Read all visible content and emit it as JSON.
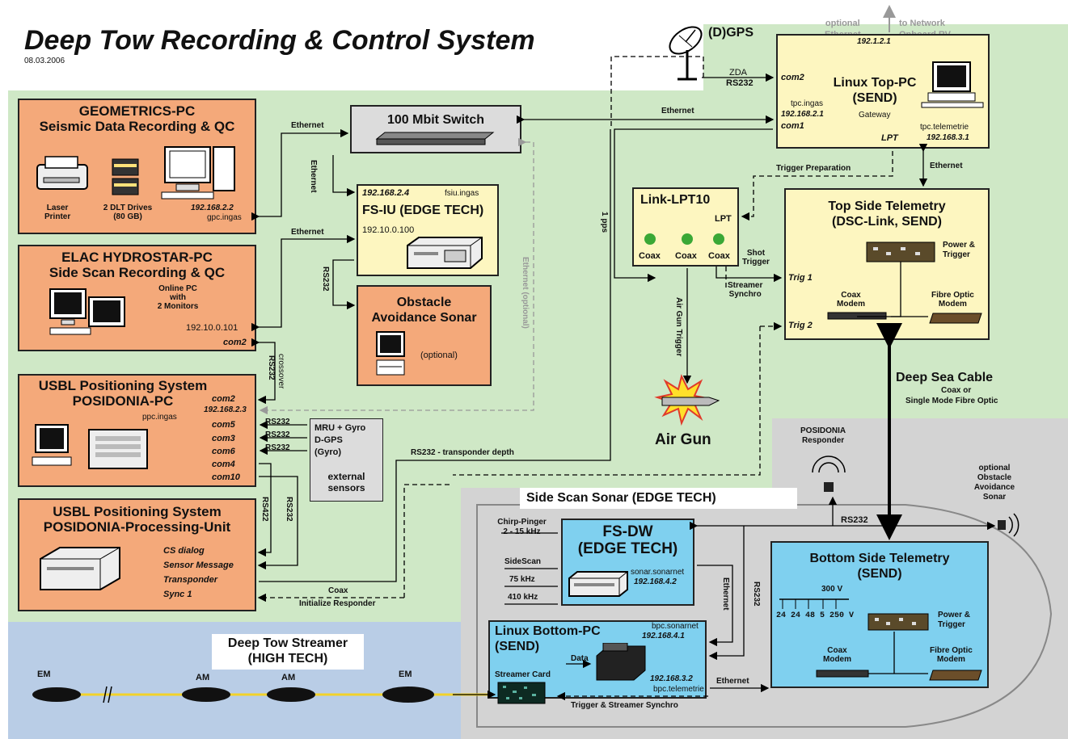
{
  "header": {
    "title": "Deep Tow Recording & Control System",
    "date": "08.03.2006"
  },
  "gps": {
    "label": "(D)GPS",
    "zda": "ZDA",
    "rs232": "RS232"
  },
  "network": {
    "optional": "optional",
    "ethernet": "Ethernet",
    "to_network": "to Network",
    "onboard": "Onboard RV"
  },
  "geometrics": {
    "title1": "GEOMETRICS-PC",
    "title2": "Seismic Data Recording & QC",
    "printer": "Laser Printer",
    "printer1": "Laser",
    "printer2": "Printer",
    "dlt1": "2 DLT Drives",
    "dlt2": "(80 GB)",
    "ip": "192.168.2.2",
    "host": "gpc.ingas"
  },
  "elac": {
    "title1": "ELAC HYDROSTAR-PC",
    "title2": "Side Scan Recording & QC",
    "online1": "Online PC",
    "online2": "with",
    "online3": "2 Monitors",
    "ip": "192.10.0.101",
    "com2": "com2"
  },
  "usbl_pc": {
    "title1": "USBL Positioning System",
    "title2": "POSIDONIA-PC",
    "host": "ppc.ingas",
    "com2": "com2",
    "ip": "192.168.2.3",
    "com5": "com5",
    "com3": "com3",
    "com6": "com6",
    "com4": "com4",
    "com10": "com10"
  },
  "usbl_pu": {
    "title1": "USBL Positioning System",
    "title2": "POSIDONIA-Processing-Unit",
    "cs": "CS dialog",
    "sensor": "Sensor Message",
    "transponder": "Transponder",
    "sync": "Sync 1"
  },
  "switch": {
    "title": "100 Mbit Switch",
    "ethernet": "Ethernet"
  },
  "fsiu": {
    "ip": "192.168.2.4",
    "host": "fsiu.ingas",
    "title": "FS-IU (EDGE TECH)",
    "ip2": "192.10.0.100"
  },
  "obstacle": {
    "title1": "Obstacle",
    "title2": "Avoidance Sonar",
    "optional": "(optional)"
  },
  "sensors": {
    "line1": "MRU + Gyro",
    "line2": "D-GPS",
    "line3": "(Gyro)",
    "line4": "external",
    "line5": "sensors"
  },
  "top_pc": {
    "ip": "192.1.2.1",
    "com2": "com2",
    "title1": "Linux Top-PC",
    "title2": "(SEND)",
    "host": "tpc.ingas",
    "ip2": "192.168.2.1",
    "gateway": "Gateway",
    "com1": "com1",
    "lpt": "LPT",
    "tel_host": "tpc.telemetrie",
    "tel_ip": "192.168.3.1"
  },
  "link": {
    "title": "Link-LPT10",
    "lpt": "LPT",
    "coax": "Coax"
  },
  "tst": {
    "title1": "Top Side Telemetry",
    "title2": "(DSC-Link, SEND)",
    "power1": "Power &",
    "power2": "Trigger",
    "coax1": "Coax",
    "coax2": "Modem",
    "fibre1": "Fibre Optic",
    "fibre2": "Modem",
    "trig1": "Trig 1",
    "trig2": "Trig 2"
  },
  "labels": {
    "ethernet": "Ethernet",
    "rs232": "RS232",
    "rs232_cross1": "RS232",
    "rs232_cross2": "crossover",
    "rs422": "RS422",
    "trigger_prep": "Trigger Preparation",
    "one_pps": "1 pps",
    "shot1": "Shot",
    "shot2": "Trigger",
    "streamer1": "Streamer",
    "streamer2": "Synchro",
    "airgun_trigger": "Air Gun Trigger",
    "eth_optional": "Ethernet (optional)",
    "transponder_depth": "RS232 - transponder depth",
    "coax": "Coax",
    "initialize": "Initialize Responder"
  },
  "airgun": {
    "title": "Air Gun"
  },
  "cable": {
    "title": "Deep Sea Cable",
    "line2": "Coax or",
    "line3": "Single Mode Fibre Optic"
  },
  "sss": {
    "title": "Side Scan Sonar (EDGE TECH)",
    "posidonia1": "POSIDONIA",
    "posidonia2": "Responder",
    "obst1": "optional",
    "obst2": "Obstacle",
    "obst3": "Avoidance",
    "obst4": "Sonar",
    "rs232": "RS232"
  },
  "fsdw": {
    "chirp1": "Chirp-Pinger",
    "chirp2": "2 - 15 kHz",
    "sidescan": "SideScan",
    "k75": "75 kHz",
    "k410": "410 kHz",
    "title1": "FS-DW",
    "title2": "(EDGE TECH)",
    "host": "sonar.sonarnet",
    "ip": "192.168.4.2"
  },
  "bst": {
    "title1": "Bottom Side Telemetry",
    "title2": "(SEND)",
    "v300": "300 V",
    "volts": "24 24 48  5 250 V",
    "power1": "Power &",
    "power2": "Trigger",
    "coax1": "Coax",
    "coax2": "Modem",
    "fibre1": "Fibre Optic",
    "fibre2": "Modem"
  },
  "bottom_pc": {
    "title1": "Linux Bottom-PC",
    "title2": "(SEND)",
    "host": "bpc.sonarnet",
    "ip": "192.168.4.1",
    "data": "Data",
    "streamer_card": "Streamer Card",
    "ip2": "192.168.3.2",
    "host2": "bpc.telemetrie",
    "ethernet": "Ethernet",
    "trigger": "Trigger & Streamer Synchro"
  },
  "streamer": {
    "title1": "Deep Tow Streamer",
    "title2": "(HIGH TECH)",
    "em": "EM",
    "am": "AM"
  },
  "colors": {
    "green": "#cfe8c6",
    "blue_bg": "#b9cde6",
    "grey_bg": "#d3d3d3",
    "orange": "#f4a97a",
    "yellow": "#fdf6c0",
    "cyan": "#7fd0ef"
  }
}
